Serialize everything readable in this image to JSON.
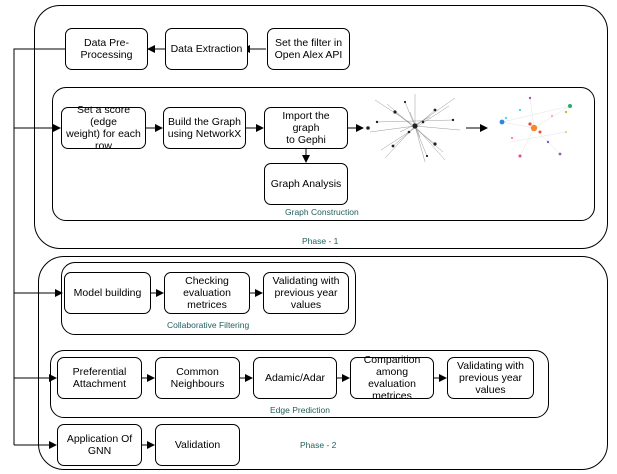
{
  "phase1": {
    "label": "Phase - 1",
    "row1": {
      "set_filter": "Set the filter in\nOpen Alex API",
      "data_extraction": "Data Extraction",
      "data_preprocessing": "Data Pre-\nProcessing"
    },
    "graph_construction": {
      "caption": "Graph Construction",
      "set_score": "Set a score (edge\nweight) for each\nrow",
      "build_graph": "Build the Graph\nusing NetworkX",
      "import_gephi": "Import the graph\nto Gephi",
      "graph_analysis": "Graph Analysis"
    }
  },
  "phase2": {
    "label": "Phase - 2",
    "collaborative_filtering": {
      "caption": "Collaborative Filtering",
      "model_building": "Model building",
      "checking_metrics": "Checking\nevaluation\nmetrices",
      "validating": "Validating with\nprevious year\nvalues"
    },
    "edge_prediction": {
      "caption": "Edge Prediction",
      "preferential_attachment": "Preferential\nAttachment",
      "common_neighbours": "Common\nNeighbours",
      "adamic_adar": "Adamic/Adar",
      "comparition": "Comparition\namong evaluation\nmetrices",
      "validating": "Validating with\nprevious year\nvalues"
    },
    "gnn": {
      "application": "Application Of\nGNN",
      "validation": "Validation"
    }
  }
}
